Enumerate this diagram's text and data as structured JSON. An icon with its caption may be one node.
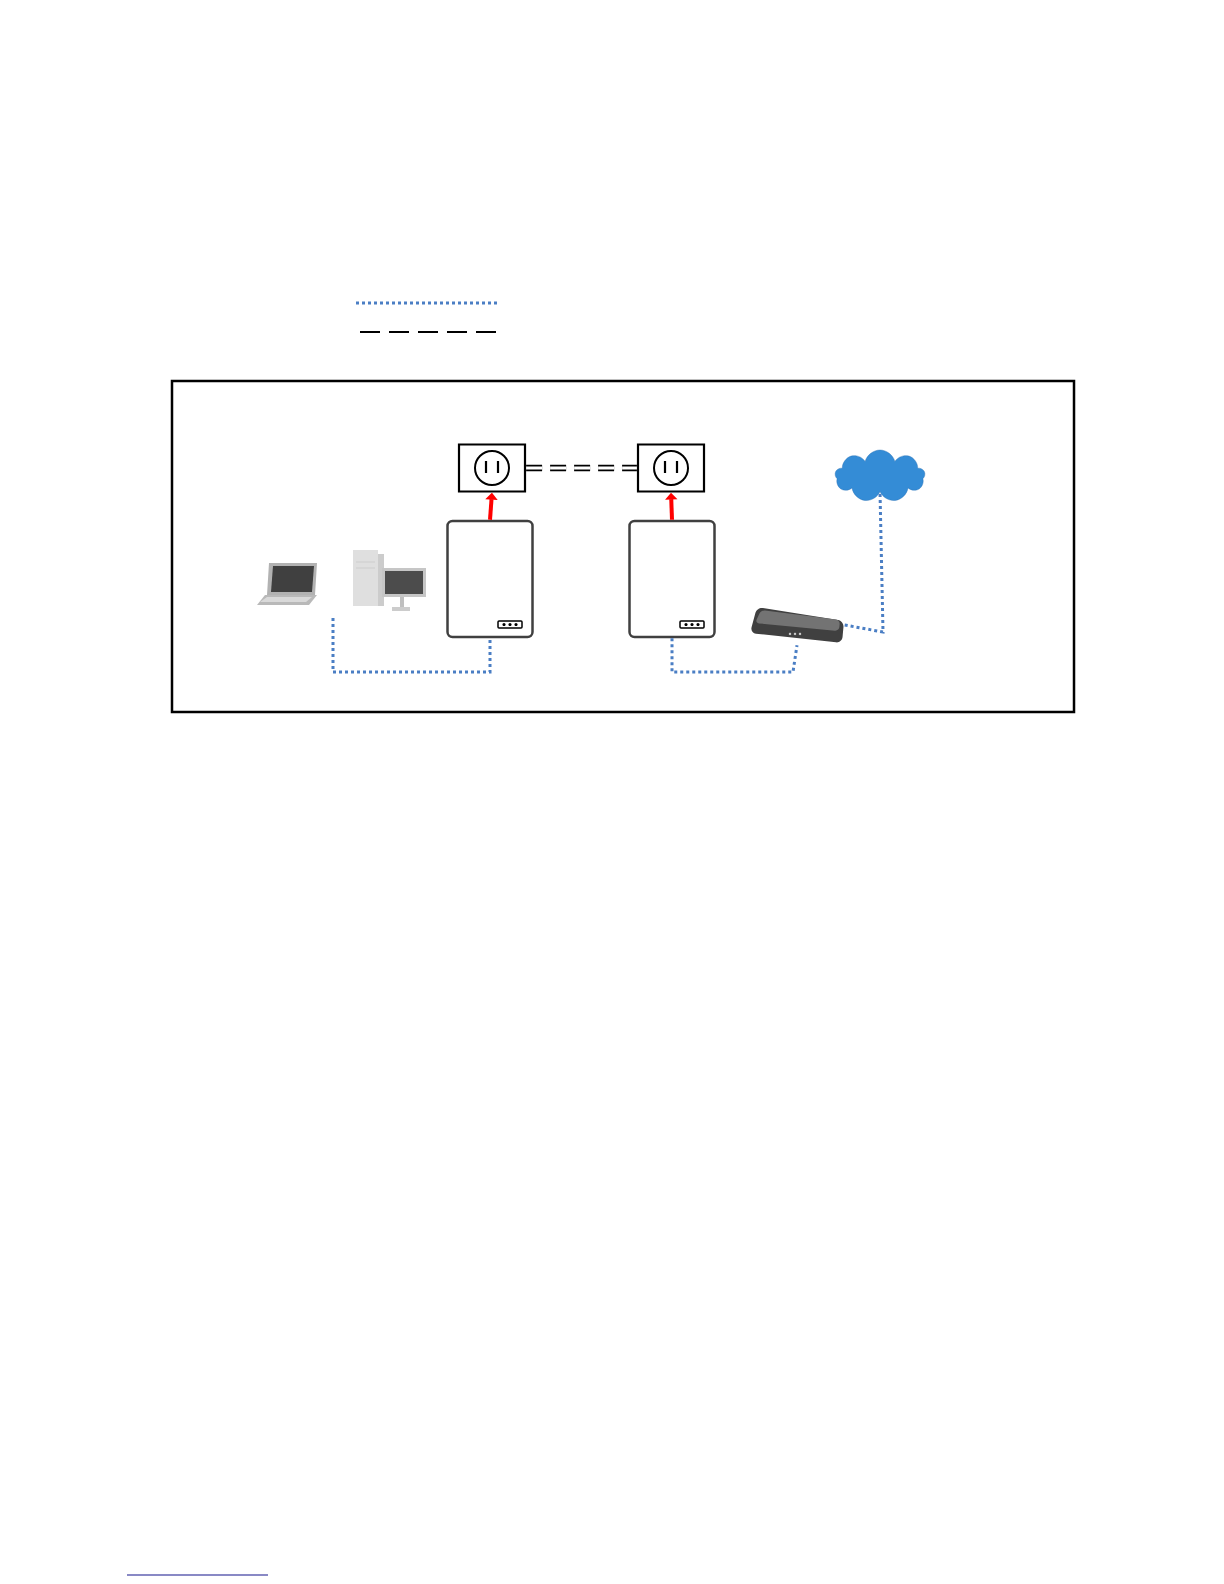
{
  "diagram": {
    "nodes": [
      {
        "text": [],
        "shape": "box"
      },
      {
        "text": [],
        "shape": "box"
      },
      {
        "text": [],
        "shape": "cloud"
      },
      {
        "text": [],
        "shape": "picture"
      },
      {
        "text": [],
        "shape": "picture"
      },
      {
        "text": [],
        "shape": "box"
      },
      {
        "text": [],
        "shape": "box"
      },
      {
        "text": [],
        "shape": "picture"
      }
    ],
    "edges": [
      {
        "from": null,
        "to": 5,
        "arrow": "none",
        "style": "dashed",
        "color": "#4a7ec4"
      },
      {
        "from": 6,
        "to": 7,
        "arrow": "none",
        "style": "dashed",
        "color": "#4a7ec4"
      },
      {
        "from": 7,
        "to": 2,
        "arrow": "none",
        "style": "dashed",
        "color": "#4a7ec4"
      },
      {
        "from": 5,
        "to": 0,
        "arrow": "to",
        "color": "#ff0000"
      },
      {
        "from": 6,
        "to": 1,
        "arrow": "to",
        "color": "#ff0000"
      },
      {
        "from": 0,
        "to": 1,
        "arrow": "none",
        "style": "dashed",
        "color": "#000000"
      }
    ]
  }
}
